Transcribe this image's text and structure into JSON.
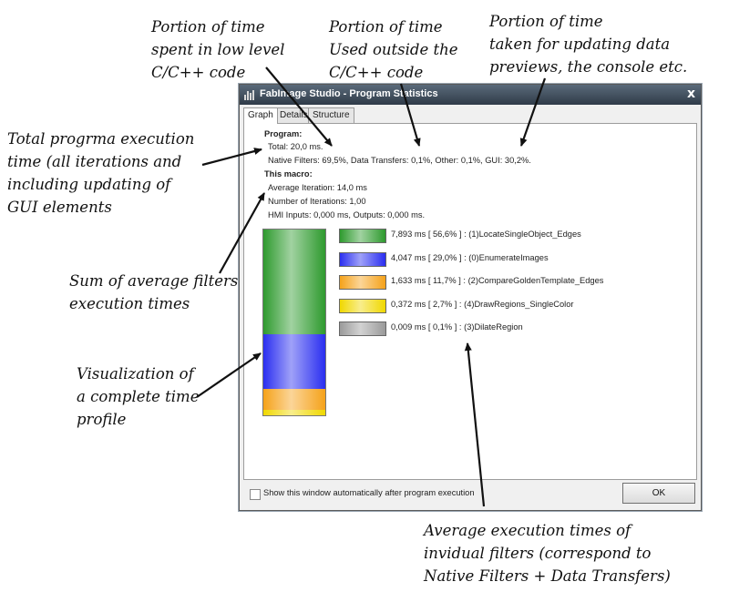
{
  "annotations": {
    "low_level": "Portion of time\nspent in low level\nC/C++ code",
    "outside": "Portion of time\nUsed outside the\nC/C++ code",
    "gui": "Portion of time\ntaken for updating data\npreviews, the console etc.",
    "total": "Total progrma execution\ntime (all iterations and\nincluding updating of\nGUI elements",
    "sum": "Sum of average filters'\nexecution times",
    "visualization": "Visualization of\na complete time\nprofile",
    "average": "Average execution times of\ninvidual filters (correspond to\nNative Filters + Data Transfers)"
  },
  "window": {
    "title": "FabImage Studio - Program Statistics",
    "close_glyph": "x",
    "tabs": [
      {
        "label": "Graph",
        "active": true
      },
      {
        "label": "Details",
        "active": false
      },
      {
        "label": "Structure",
        "active": false
      }
    ]
  },
  "stats": {
    "program_heading": "Program:",
    "total": "Total: 20,0 ms.",
    "breakdown": "Native Filters: 69,5%, Data Transfers: 0,1%, Other: 0,1%, GUI: 30,2%.",
    "macro_heading": "This macro:",
    "avg_iteration": "Average Iteration: 14,0 ms",
    "iterations": "Number of Iterations: 1,00",
    "hmi": "HMI Inputs: 0,000 ms, Outputs: 0,000 ms."
  },
  "filters": [
    {
      "label": "7,893 ms [ 56,6% ] : (1)LocateSingleObject_Edges",
      "percent": 56.6,
      "color": "#2e9a2e"
    },
    {
      "label": "4,047 ms [ 29,0% ] : (0)EnumerateImages",
      "percent": 29.0,
      "color": "#2a2ef0"
    },
    {
      "label": "1,633 ms [ 11,7% ] : (2)CompareGoldenTemplate_Edges",
      "percent": 11.7,
      "color": "#f5a21a"
    },
    {
      "label": "0,372 ms [ 2,7% ] : (4)DrawRegions_SingleColor",
      "percent": 2.7,
      "color": "#f0d800"
    },
    {
      "label": "0,009 ms [ 0,1% ] : (3)DilateRegion",
      "percent": 0.1,
      "color": "#9a9a9a"
    }
  ],
  "footer": {
    "checkbox_label": "Show this window automatically after program execution",
    "ok_label": "OK"
  }
}
